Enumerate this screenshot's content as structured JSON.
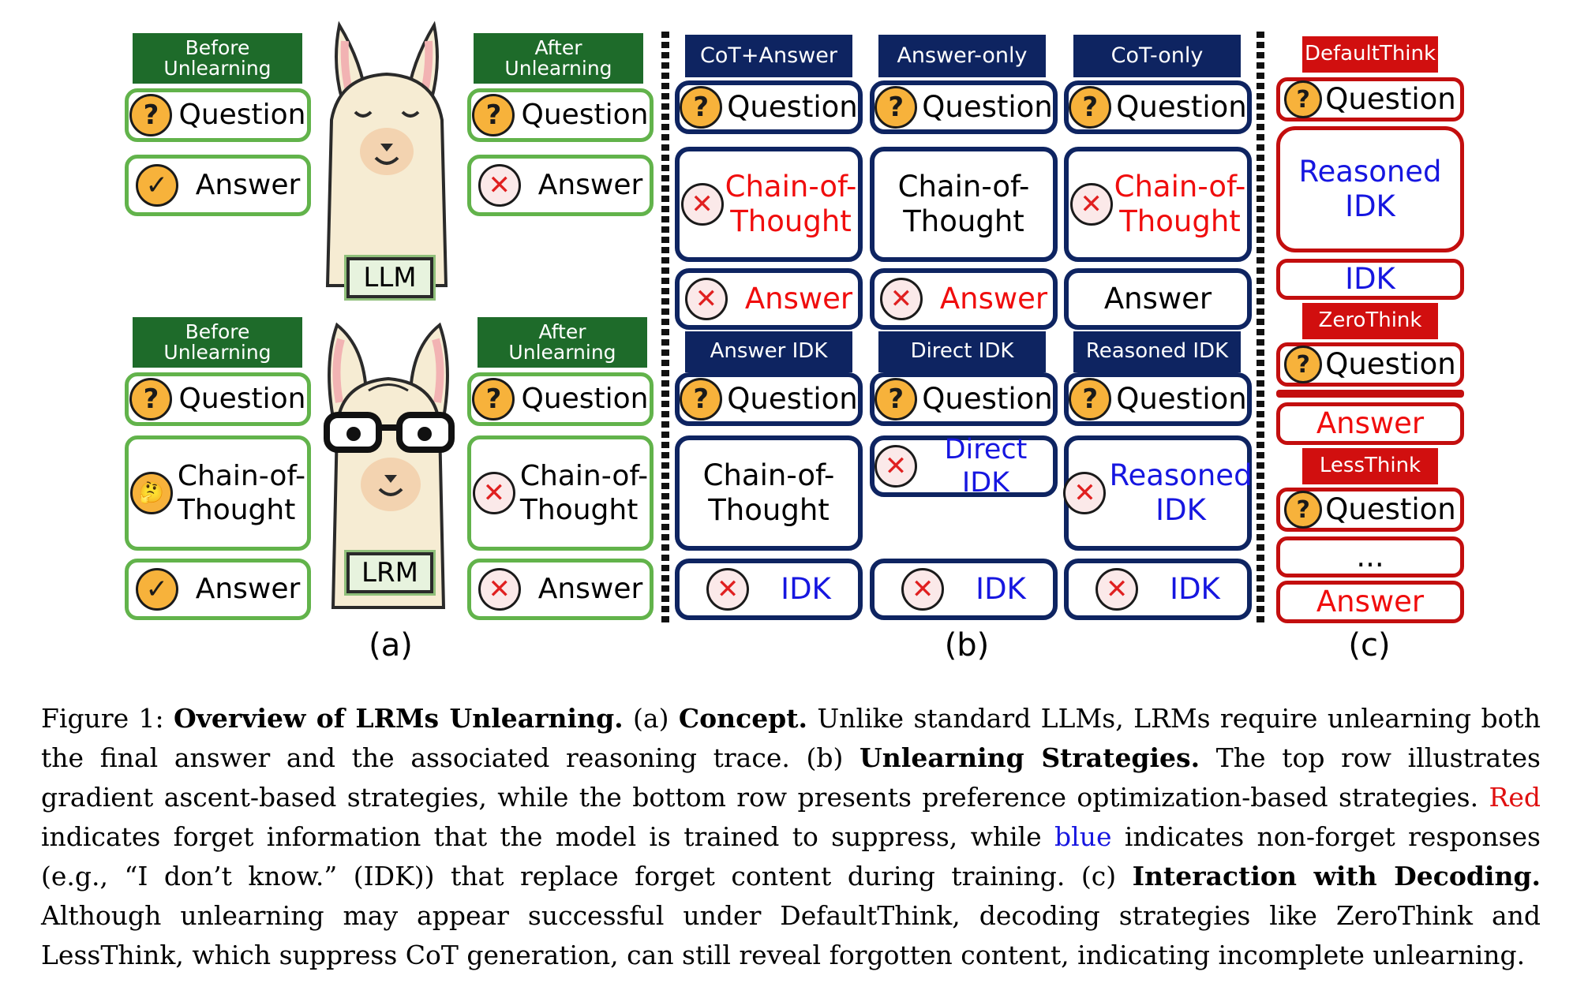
{
  "panel_a": {
    "before_label": "Before\nUnlearning",
    "after_label": "After\nUnlearning",
    "question": "Question",
    "answer": "Answer",
    "cot": "Chain-of-\nThought",
    "llm_tag": "LLM",
    "lrm_tag": "LRM",
    "label": "(a)"
  },
  "panel_b": {
    "top_headers": [
      "CoT+Answer",
      "Answer-only",
      "CoT-only"
    ],
    "bottom_headers": [
      "Answer IDK",
      "Direct IDK",
      "Reasoned IDK"
    ],
    "question": "Question",
    "cot": "Chain-of-\nThought",
    "answer": "Answer",
    "idk": "IDK",
    "direct_idk": "Direct IDK",
    "reasoned_idk": "Reasoned\nIDK",
    "label": "(b)"
  },
  "panel_c": {
    "default_header": "DefaultThink",
    "zero_header": "ZeroThink",
    "less_header": "LessThink",
    "question": "Question",
    "reasoned_idk": "Reasoned\nIDK",
    "idk": "IDK",
    "answer": "Answer",
    "ellipsis": "...",
    "label": "(c)"
  },
  "caption": {
    "fig": "Figure 1:",
    "title": "Overview of LRMs Unlearning.",
    "a_pre": "(a)",
    "a_bold": "Concept.",
    "a_text": "Unlike standard LLMs, LRMs require unlearning both the final answer and the associated reasoning trace.",
    "b_pre": "(b)",
    "b_bold": "Unlearning Strategies.",
    "b_text": "The top row illustrates gradient ascent-based strategies, while the bottom row presents preference optimization-based strategies.",
    "red_word": "Red",
    "red_text": "indicates forget information that the model is trained to suppress, while",
    "blue_word": "blue",
    "blue_text": "indicates non-forget responses (e.g., “I don’t know.” (IDK)) that replace forget content during training.",
    "c_pre": "(c)",
    "c_bold": "Interaction with Decoding.",
    "c_text": "Although unlearning may appear successful under DefaultThink, decoding strategies like ZeroThink and LessThink, which suppress CoT generation, can still reveal forgotten content, indicating incomplete unlearning."
  },
  "colors": {
    "green_header": "#1e6b2a",
    "green_border": "#62b34b",
    "navy": "#0e2461",
    "red_border": "#c30e0e",
    "red_text": "#f00d0d",
    "blue_text": "#1616e0"
  },
  "icons": [
    "question-icon",
    "check-icon",
    "x-icon",
    "thinking-face-icon",
    "llama-icon",
    "glasses-icon"
  ]
}
